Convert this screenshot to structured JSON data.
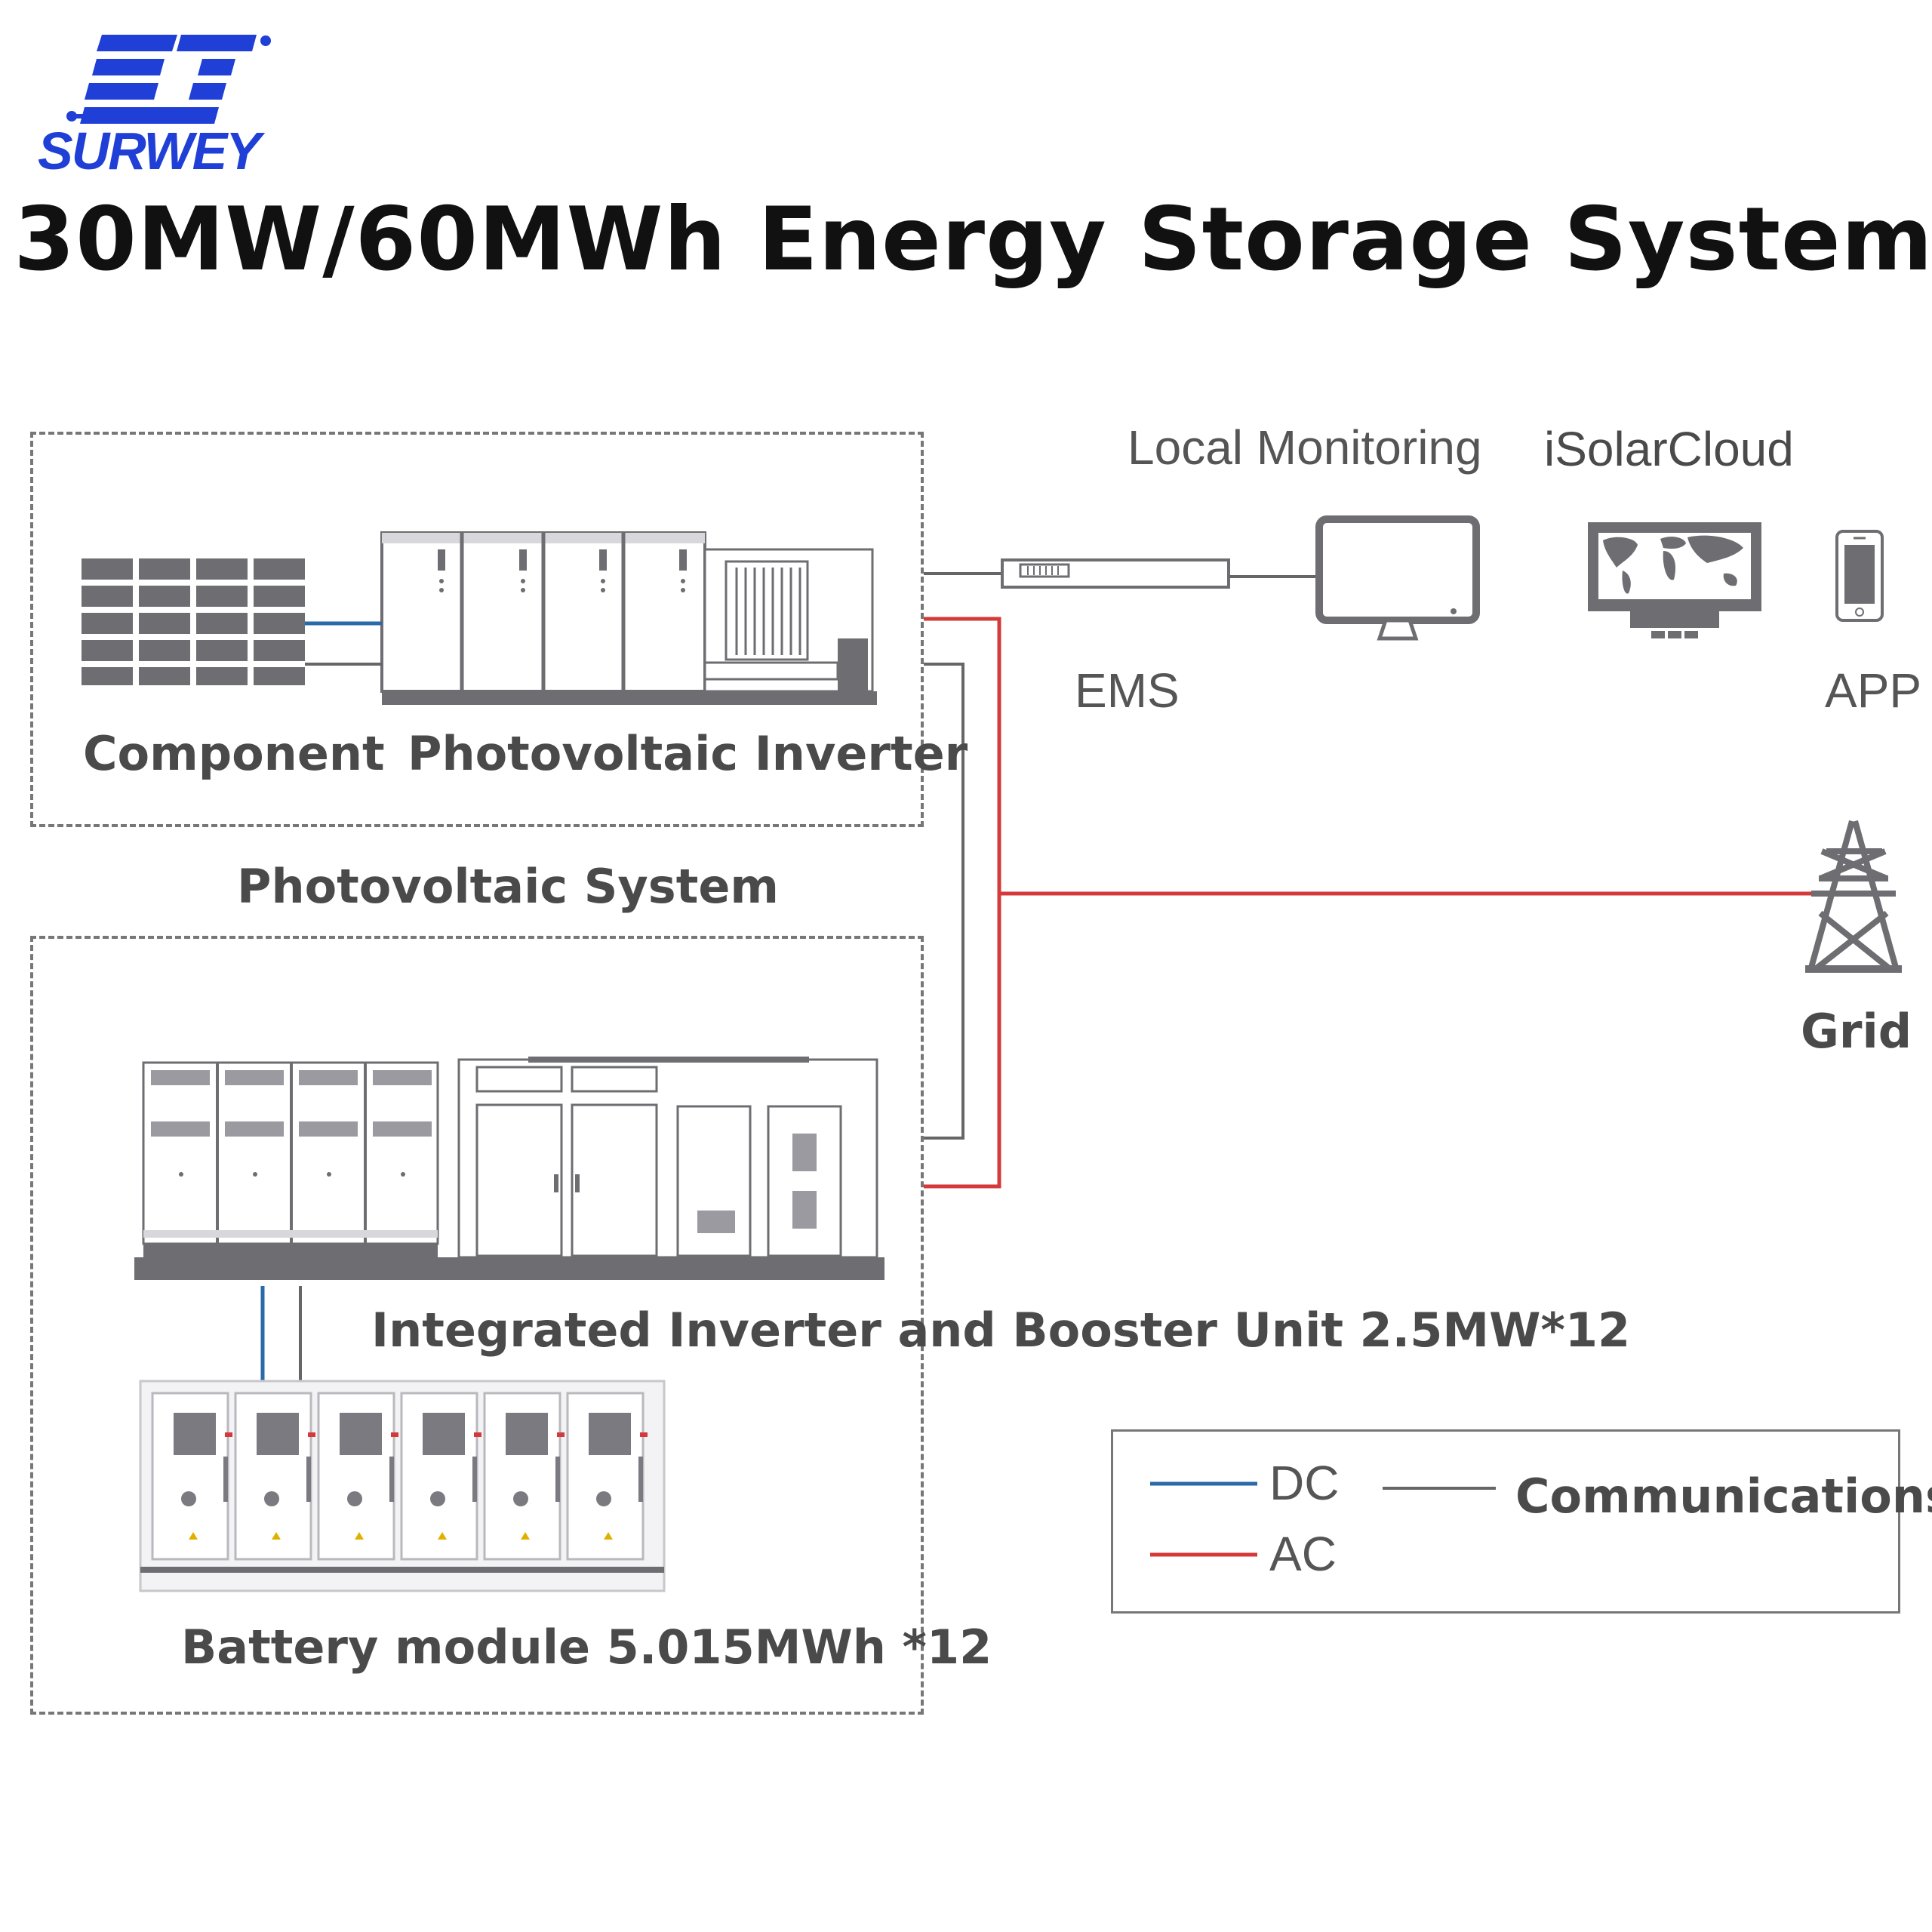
{
  "brand": {
    "name": "SURWEY",
    "color": "#1f3fd6"
  },
  "title": "30MW/60MWh Energy Storage System",
  "photovoltaic": {
    "group_label": "Photovoltaic System",
    "component_label": "Component",
    "inverter_label": "Photovoltaic Inverter"
  },
  "storage": {
    "pcs_label": "Integrated Inverter and Booster Unit 2.5MW*12",
    "battery_label": "Battery module 5.015MWh *12"
  },
  "monitoring": {
    "ems_label": "EMS",
    "local_label": "Local Monitoring",
    "cloud_label": "iSolarCloud",
    "app_label": "APP"
  },
  "grid": {
    "label": "Grid",
    "icon": "transmission-tower-icon"
  },
  "legend": {
    "dc_label": "DC",
    "ac_label": "AC",
    "comm_label": "Communications"
  },
  "colors": {
    "dc": "#2a6aa8",
    "ac": "#d43a3a",
    "comm": "#666666",
    "equipment": "#6d6d72"
  }
}
